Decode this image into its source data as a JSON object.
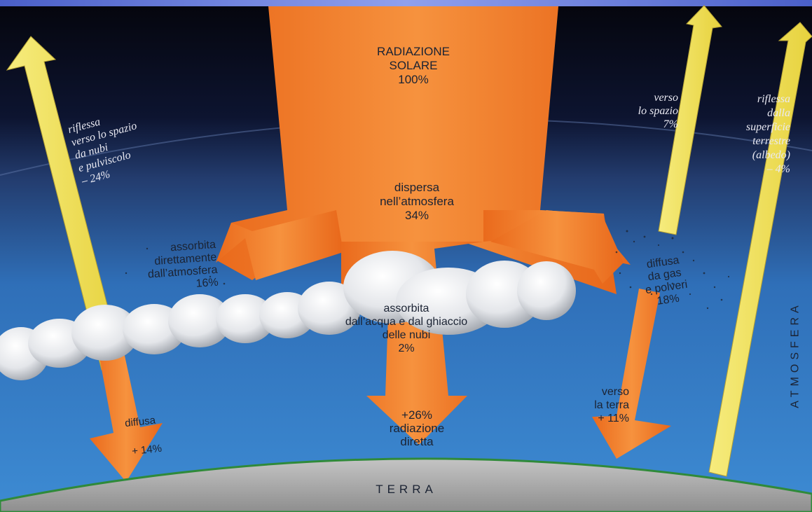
{
  "labels": {
    "solar": [
      "RADIAZIONE",
      "SOLARE",
      "100%"
    ],
    "dispersa": [
      "dispersa",
      "nell’atmosfera",
      "34%"
    ],
    "riflessa_nubi": [
      "riflessa",
      "verso lo spazio",
      "da nubi",
      "e pulviscolo",
      "– 24%"
    ],
    "assorbita_atm": [
      "assorbita",
      "direttamente",
      "dall’atmosfera",
      "16%"
    ],
    "assorbita_nubi": [
      "assorbita",
      "dall’acqua e dal ghiaccio",
      "delle nubi",
      "2%"
    ],
    "diretta": [
      "+26%",
      "radiazione",
      "diretta"
    ],
    "diffusa_sx": [
      "diffusa"
    ],
    "diffusa_sx_val": [
      "+ 14%"
    ],
    "verso_spazio": [
      "verso",
      "lo spazio",
      "7%"
    ],
    "riflessa_sup": [
      "riflessa",
      "dalla",
      "superficie",
      "terrestre",
      "(albedo)",
      "– 4%"
    ],
    "diffusa_gas": [
      "diffusa",
      "da gas",
      "e polveri",
      "18%"
    ],
    "verso_terra": [
      "verso",
      "la terra",
      "+ 11%"
    ],
    "atmosfera": "ATMOSFERA",
    "terra": "TERRA"
  },
  "colors": {
    "orange": "#f0782a",
    "yellow": "#f2e466",
    "sky_top": "#05060e",
    "sky_bottom": "#3c86cf",
    "ground": "#a9a9a9"
  }
}
